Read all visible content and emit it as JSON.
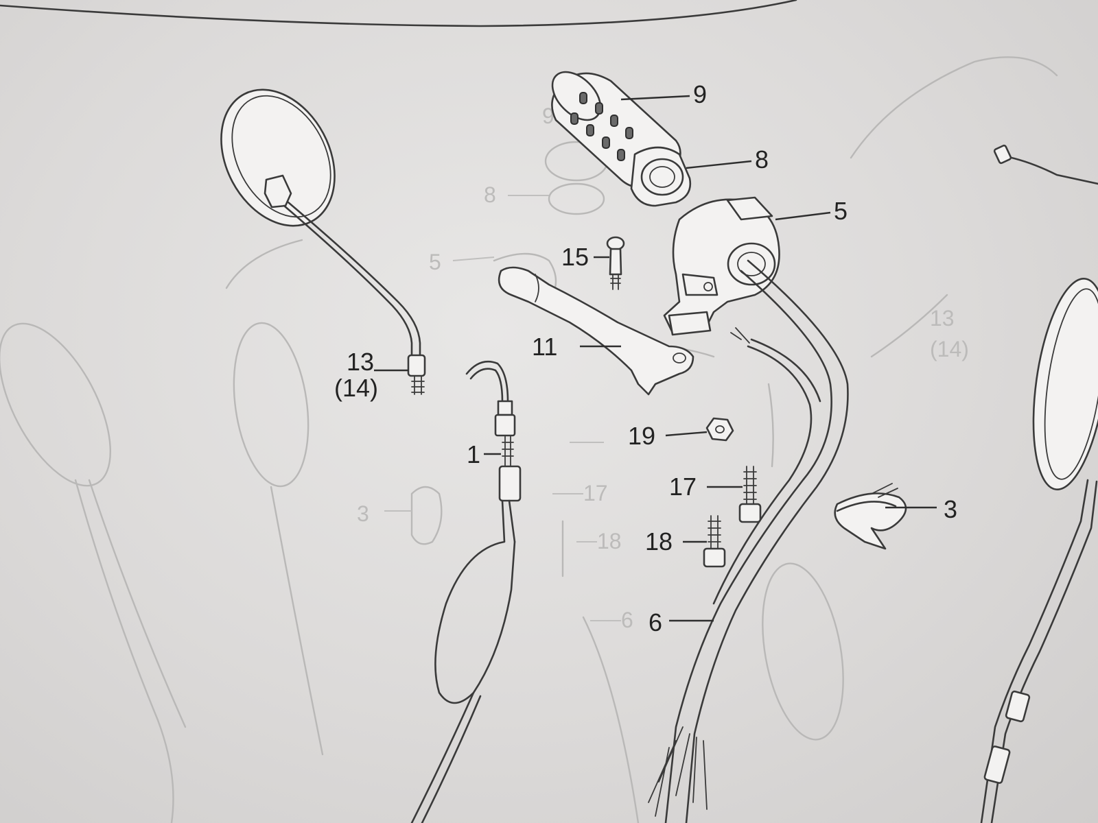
{
  "parts": [
    {
      "id": "p9",
      "name": "grip",
      "label": "9"
    },
    {
      "id": "p8",
      "name": "grip-collar",
      "label": "8"
    },
    {
      "id": "p5",
      "name": "switch-housing",
      "label": "5"
    },
    {
      "id": "p15",
      "name": "pivot-bolt",
      "label": "15"
    },
    {
      "id": "p11",
      "name": "lever",
      "label": "11"
    },
    {
      "id": "p13",
      "name": "mirror",
      "label": "13",
      "sub_label": "(14)"
    },
    {
      "id": "p1",
      "name": "cable",
      "label": "1"
    },
    {
      "id": "p19",
      "name": "nut",
      "label": "19"
    },
    {
      "id": "p17",
      "name": "screw-long",
      "label": "17"
    },
    {
      "id": "p18",
      "name": "screw-short",
      "label": "18"
    },
    {
      "id": "p3",
      "name": "band-clip",
      "label": "3"
    },
    {
      "id": "p6",
      "name": "wire-harness",
      "label": "6"
    }
  ],
  "ghost_labels": [
    "8",
    "5",
    "9",
    "13",
    "(14)",
    "17",
    "18",
    "3",
    "6"
  ],
  "colors": {
    "line": "#3a3a3a",
    "ghost": "#b9b8b7",
    "paper": "#e8e7e6"
  }
}
